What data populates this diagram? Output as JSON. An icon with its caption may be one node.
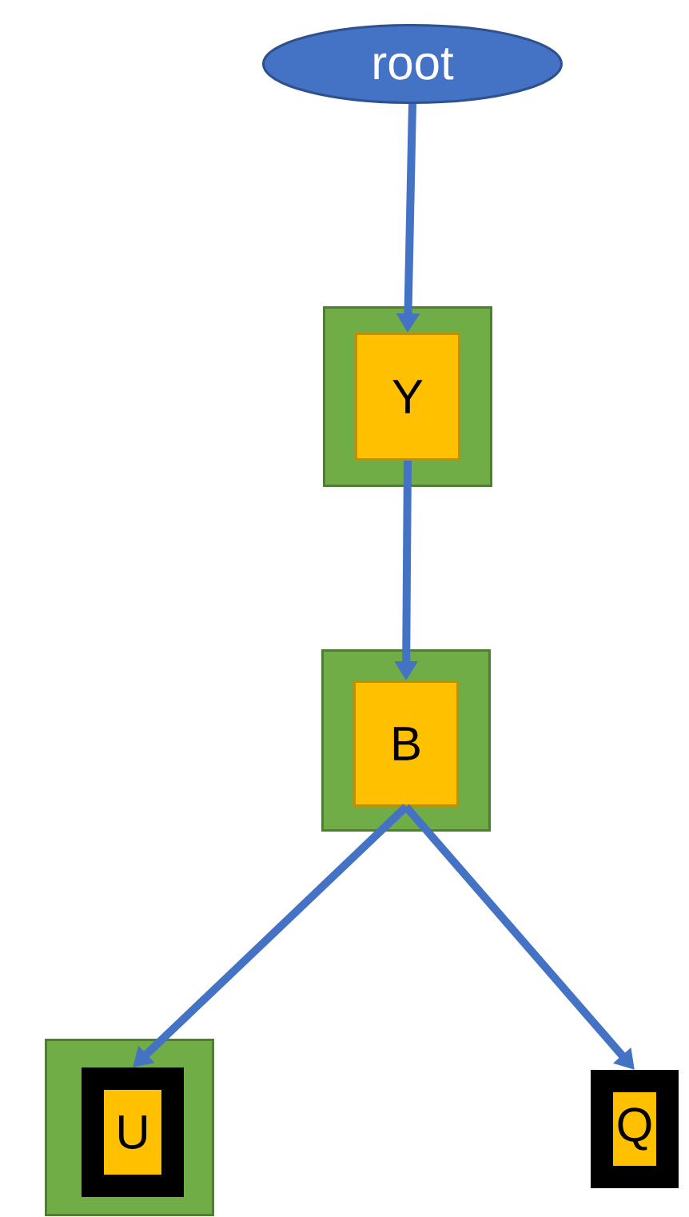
{
  "diagram": {
    "nodes": [
      {
        "text": [
          "root"
        ]
      },
      {
        "text": [],
        "shape": "box"
      },
      {
        "text": [
          "Y"
        ],
        "in": 1
      },
      {
        "text": [],
        "shape": "box"
      },
      {
        "text": [
          "B"
        ],
        "in": 3
      },
      {
        "text": [],
        "shape": "box"
      },
      {
        "text": [
          "U"
        ],
        "in": 5
      },
      {
        "text": [
          "Q"
        ]
      }
    ],
    "edges": [
      {
        "from": 0,
        "to": 2,
        "arrow": "to"
      },
      {
        "from": 2,
        "to": 4,
        "arrow": "to"
      },
      {
        "from": 4,
        "to": 6,
        "arrow": "to"
      },
      {
        "from": 4,
        "to": 7,
        "arrow": "to"
      }
    ]
  }
}
